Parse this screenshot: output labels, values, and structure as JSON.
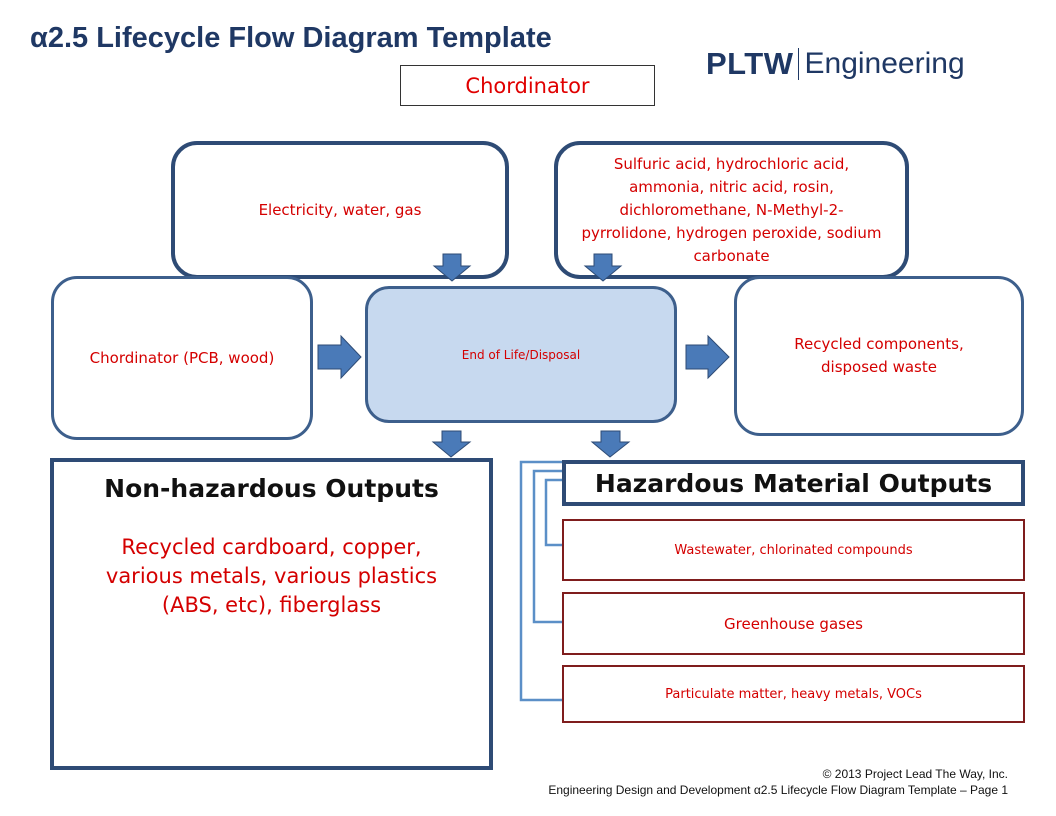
{
  "header": {
    "title": "α2.5 Lifecycle Flow Diagram Template",
    "logo_primary": "PLTW",
    "logo_secondary": "Engineering",
    "product_name": "Chordinator"
  },
  "diagram": {
    "energy_inputs": "Electricity, water, gas",
    "chemical_inputs": "Sulfuric acid, hydrochloric acid, ammonia, nitric acid, rosin, dichloromethane, N-Methyl-2-pyrrolidone, hydrogen peroxide, sodium carbonate",
    "material_inputs": "Chordinator (PCB, wood)",
    "stage": "End of Life/Disposal",
    "outputs": "Recycled components, disposed waste"
  },
  "non_hazardous": {
    "heading": "Non-hazardous Outputs",
    "text": "Recycled cardboard, copper, various metals, various plastics (ABS, etc), fiberglass"
  },
  "hazardous": {
    "heading": "Hazardous Material Outputs",
    "items": [
      "Wastewater, chlorinated compounds",
      "Greenhouse gases",
      "Particulate matter, heavy metals, VOCs"
    ]
  },
  "footer": {
    "copyright": "© 2013 Project Lead The Way, Inc.",
    "course_line": "Engineering Design and Development α2.5 Lifecycle Flow Diagram Template – Page 1"
  },
  "colors": {
    "title_navy": "#1f3864",
    "box_border": "#3d5f8c",
    "arrow_fill": "#4a7ab8",
    "center_fill": "#c7d9ef",
    "text_red": "#d40000",
    "hazard_border": "#7f1d1d",
    "bracket_line": "#5b8fc7"
  }
}
